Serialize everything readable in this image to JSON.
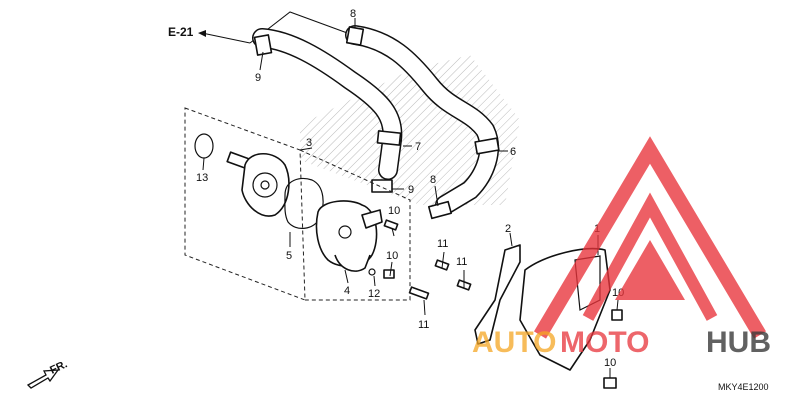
{
  "diagram": {
    "reference": {
      "label": "E-21"
    },
    "direction": {
      "label": "FR."
    },
    "drawing_code": "MKY4E1200",
    "callouts": [
      {
        "id": "c1",
        "number": "1"
      },
      {
        "id": "c2",
        "number": "2"
      },
      {
        "id": "c3",
        "number": "3"
      },
      {
        "id": "c4",
        "number": "4"
      },
      {
        "id": "c5",
        "number": "5"
      },
      {
        "id": "c6",
        "number": "6"
      },
      {
        "id": "c7",
        "number": "7"
      },
      {
        "id": "c8a",
        "number": "8"
      },
      {
        "id": "c8b",
        "number": "8"
      },
      {
        "id": "c9a",
        "number": "9"
      },
      {
        "id": "c9b",
        "number": "9"
      },
      {
        "id": "c10a",
        "number": "10"
      },
      {
        "id": "c10b",
        "number": "10"
      },
      {
        "id": "c10c",
        "number": "10"
      },
      {
        "id": "c10d",
        "number": "10"
      },
      {
        "id": "c11a",
        "number": "11"
      },
      {
        "id": "c11b",
        "number": "11"
      },
      {
        "id": "c11c",
        "number": "11"
      },
      {
        "id": "c12",
        "number": "12"
      },
      {
        "id": "c13",
        "number": "13"
      }
    ]
  },
  "watermark": {
    "brand_part1": "AUTO",
    "brand_part2": "MOTO",
    "brand_part3": "HUB",
    "colors": {
      "red": "#e8333a",
      "orange": "#f5a623",
      "gray": "#3a3a3a"
    }
  }
}
